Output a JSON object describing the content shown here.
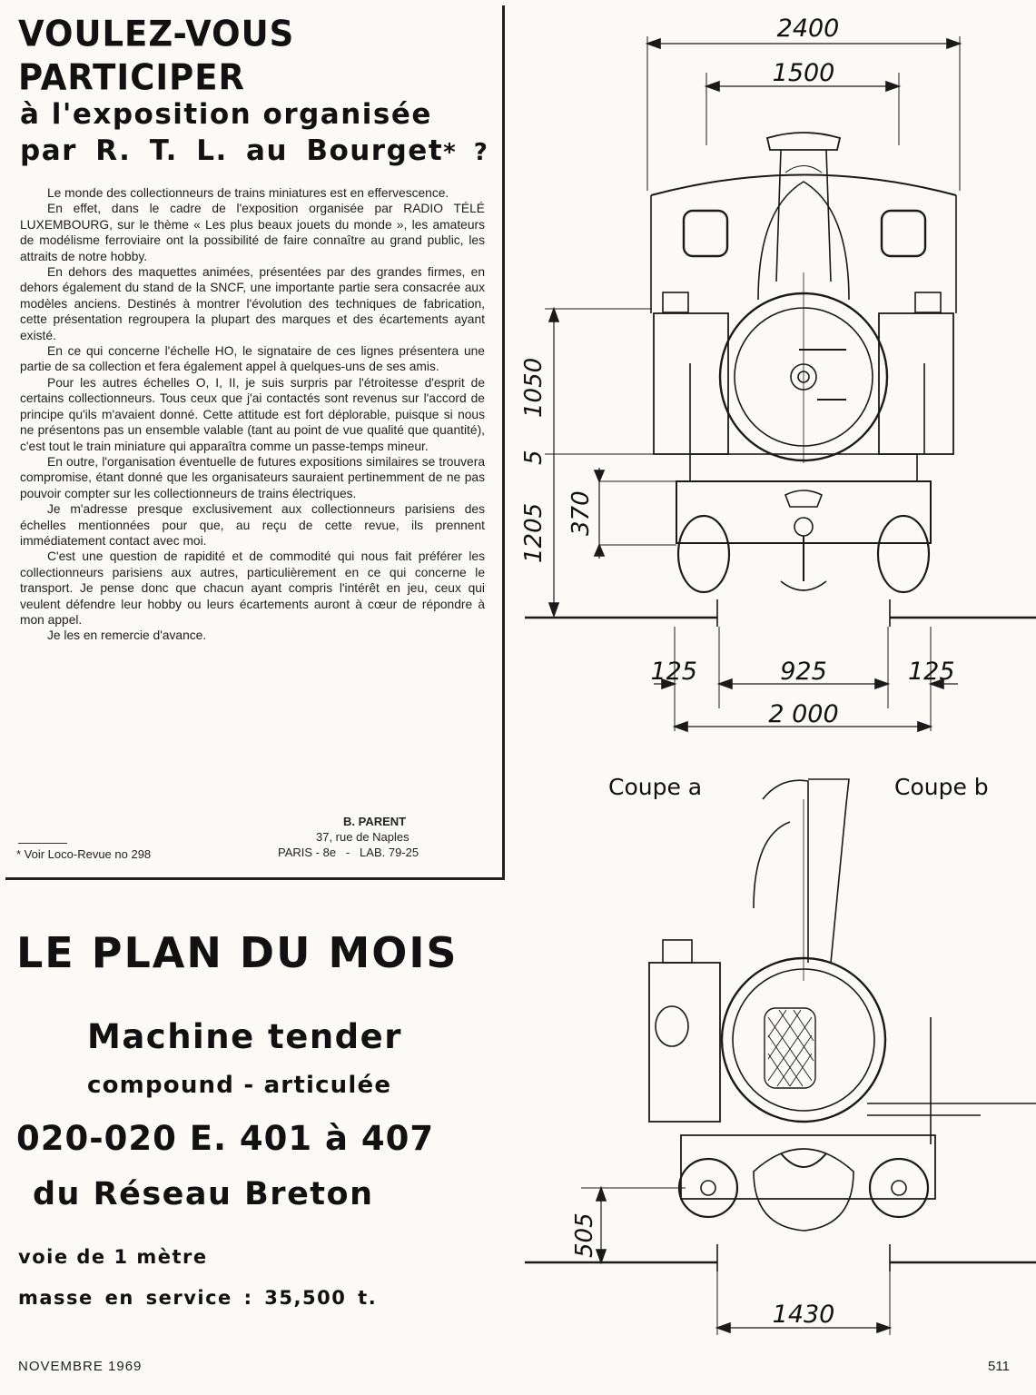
{
  "article": {
    "headline": {
      "line1": "VOULEZ-VOUS",
      "line2": "PARTICIPER",
      "line3": "à l'exposition organisée",
      "line4": "par R. T. L. au Bourget",
      "marker": "* ?"
    },
    "paragraphs": [
      "Le monde des collectionneurs de trains miniatures est en effervescence.",
      "En effet, dans le cadre de l'exposition organisée par RADIO TÉLÉ LUXEMBOURG, sur le thème « Les plus beaux jouets du monde », les amateurs de modélisme ferroviaire ont la possibilité de faire connaître au grand public, les attraits de notre hobby.",
      "En dehors des maquettes animées, présentées par des grandes firmes, en dehors également du stand de la SNCF, une importante partie sera consacrée aux modèles anciens. Destinés à montrer l'évolution des techniques de fabrication, cette présentation regroupera la plupart des marques et des écartements ayant existé.",
      "En ce qui concerne l'échelle HO, le signataire de ces lignes présentera une partie de sa collection et fera également appel à quelques-uns de ses amis.",
      "Pour les autres échelles O, I, II, je suis surpris par l'étroitesse d'esprit de certains collectionneurs. Tous ceux que j'ai contactés sont revenus sur l'accord de principe qu'ils m'avaient donné. Cette attitude est fort déplorable, puisque si nous ne présentons pas un ensemble valable (tant au point de vue qualité que quantité), c'est tout le train miniature qui apparaîtra comme un passe-temps mineur.",
      "En outre, l'organisation éventuelle de futures expositions similaires se trouvera compromise, étant donné que les organisateurs sauraient pertinemment de ne pas pouvoir compter sur les collectionneurs de trains électriques.",
      "Je m'adresse presque exclusivement aux collectionneurs parisiens des échelles mentionnées pour que, au reçu de cette revue, ils prennent immédiatement contact avec moi.",
      "C'est une question de rapidité et de commodité qui nous fait préférer les collectionneurs parisiens aux autres, particulièrement en ce qui concerne le transport. Je pense donc que chacun ayant compris l'intérêt en jeu, ceux qui veulent défendre leur hobby ou leurs écartements auront à cœur de répondre à mon appel.",
      "Je les en remercie d'avance."
    ],
    "signature": {
      "name": "B. PARENT",
      "address": "37, rue de Naples",
      "city": "PARIS - 8e   -   LAB. 79-25"
    },
    "footnote": "* Voir Loco-Revue no 298"
  },
  "plan": {
    "title": "LE PLAN DU MOIS",
    "subtitle1": "Machine tender",
    "subtitle2": "compound - articulée",
    "subtitle3": "020-020 E. 401 à 407",
    "subtitle4": "du Réseau Breton",
    "voie": "voie de 1 mètre",
    "masse": "masse en service : 35,500 t."
  },
  "drawing": {
    "dims": {
      "top_width": "2400",
      "boiler_width": "1500",
      "height_1050": "1050",
      "height_5": "5",
      "height_370": "370",
      "height_1205": "1205",
      "left_125": "125",
      "center_925": "925",
      "right_125": "125",
      "bottom_width": "2 000",
      "height_505": "505",
      "gauge_1430": "1430"
    },
    "coupe_a": "Coupe a",
    "coupe_b": "Coupe b"
  },
  "footer": {
    "month": "NOVEMBRE 1969",
    "page": "511"
  }
}
